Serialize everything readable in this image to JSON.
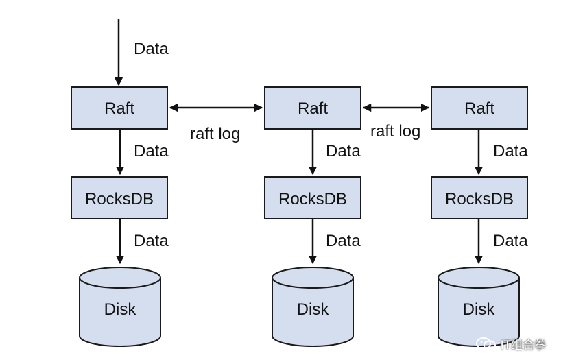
{
  "nodes": {
    "raft": "Raft",
    "rocksdb": "RocksDB",
    "disk": "Disk"
  },
  "edges": {
    "data": "Data",
    "raft_log": "raft log"
  },
  "watermark": {
    "text": "IT组合拳",
    "icon": "wechat-icon"
  }
}
